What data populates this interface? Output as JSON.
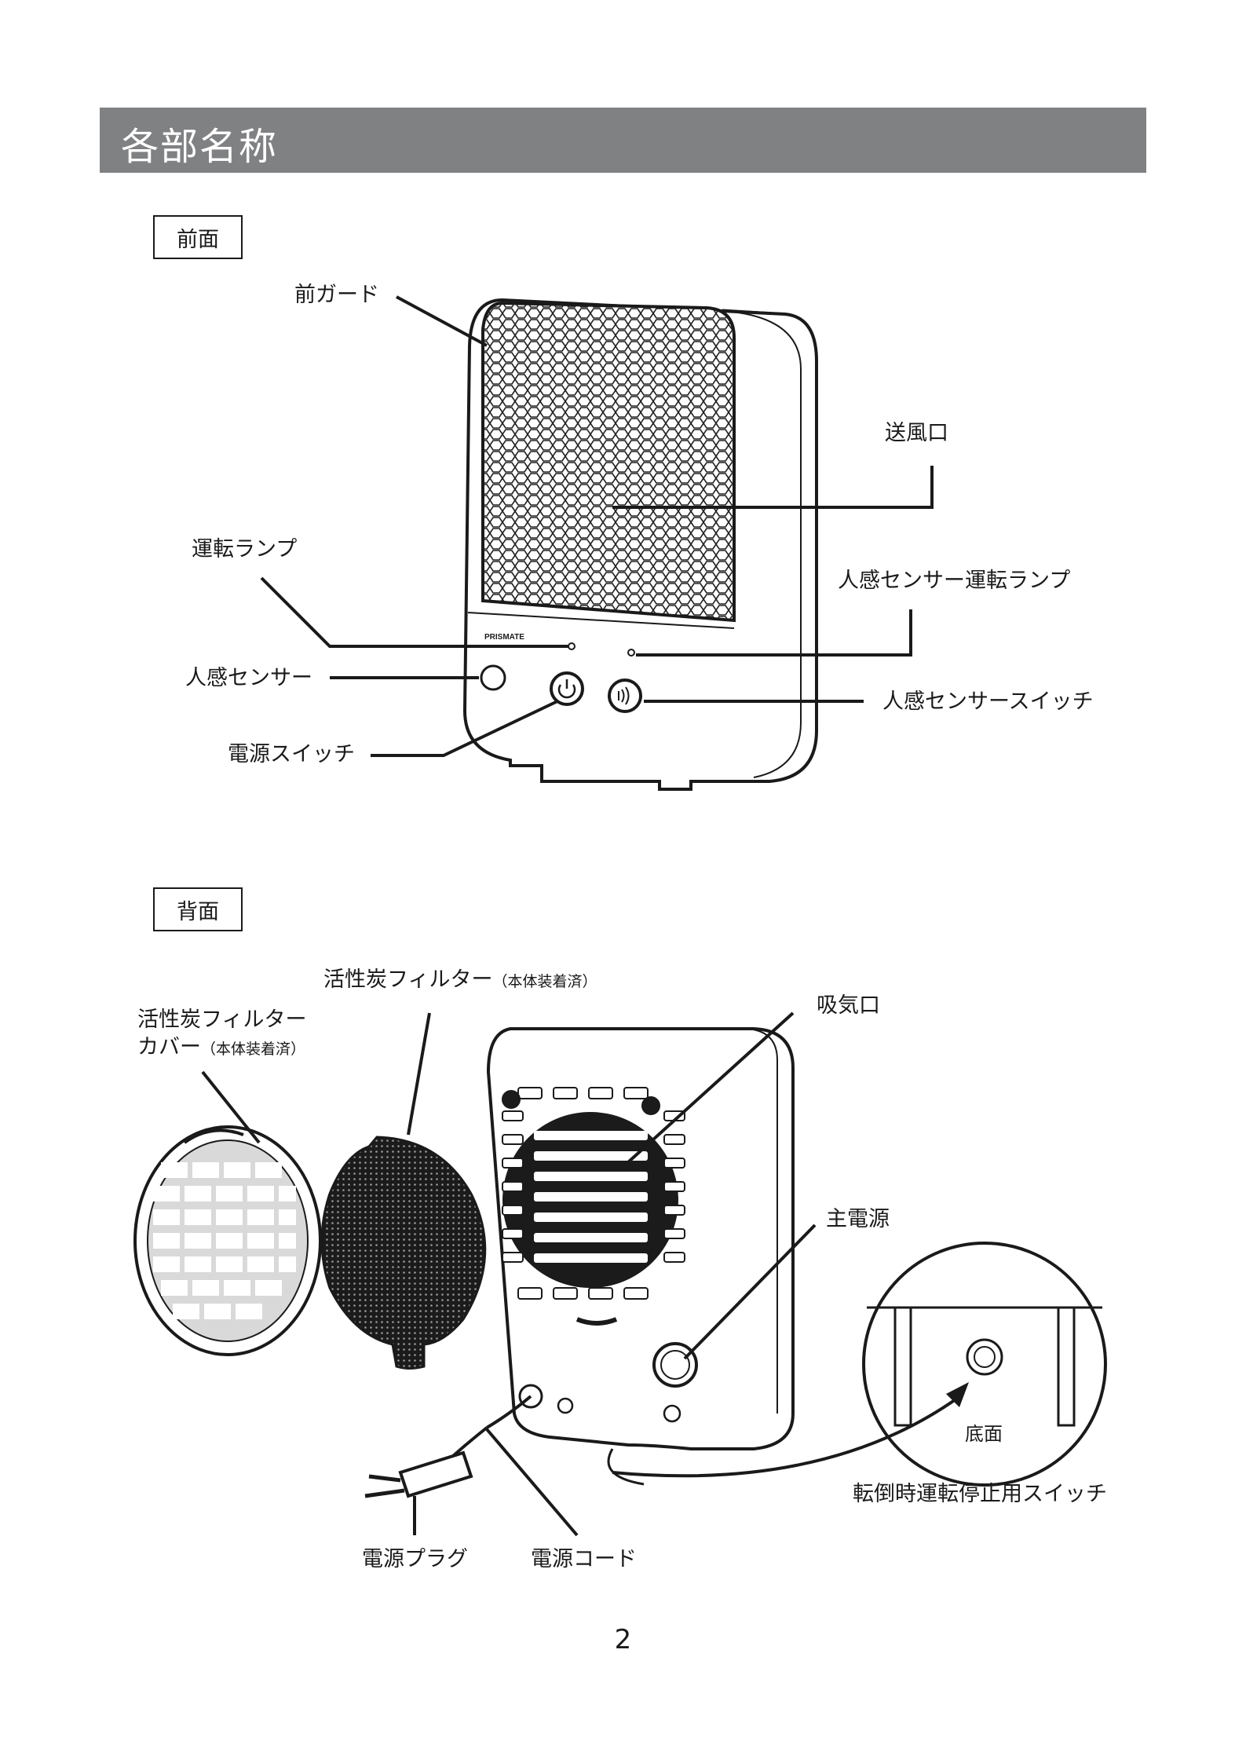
{
  "header": {
    "title": "各部名称"
  },
  "sections": {
    "front": "前面",
    "back": "背面"
  },
  "front_labels": {
    "front_guard": "前ガード",
    "air_outlet": "送風口",
    "operation_lamp": "運転ランプ",
    "sensor_lamp": "人感センサー運転ランプ",
    "human_sensor": "人感センサー",
    "sensor_switch": "人感センサースイッチ",
    "power_switch": "電源スイッチ",
    "brand": "PRISMATE"
  },
  "back_labels": {
    "filter": "活性炭フィルター",
    "filter_note": "（本体装着済）",
    "filter_cover_line1": "活性炭フィルター",
    "filter_cover_line2": "カバー",
    "filter_cover_note": "（本体装着済）",
    "air_intake": "吸気口",
    "main_power": "主電源",
    "bottom": "底面",
    "tip_switch": "転倒時運転停止用スイッチ",
    "power_plug": "電源プラグ",
    "power_cord": "電源コード"
  },
  "page": {
    "number": "2"
  }
}
